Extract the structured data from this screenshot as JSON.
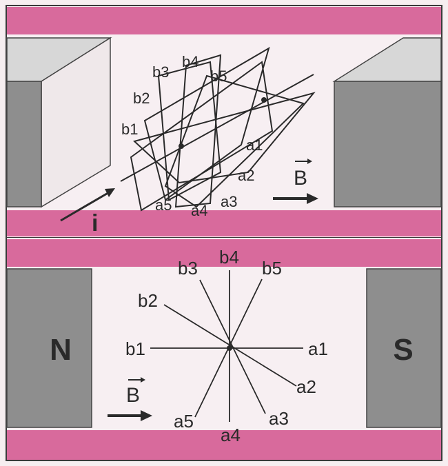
{
  "colors": {
    "paper": "#f6eef0",
    "band": "#d86a9c",
    "band_edge": "#c5578a",
    "magnet_face": "#8e8e8e",
    "magnet_top": "#d7d7d7",
    "line": "#2a2a2a",
    "inner_bg": "#f7eff2"
  },
  "top_panel": {
    "b_labels": [
      "b1",
      "b2",
      "b3",
      "b4",
      "b5"
    ],
    "a_labels": [
      "a1",
      "a2",
      "a3",
      "a4",
      "a5"
    ],
    "field_label": "B",
    "current_label": "i"
  },
  "bottom_panel": {
    "north_label": "N",
    "south_label": "S",
    "b_labels": [
      "b1",
      "b2",
      "b3",
      "b4",
      "b5"
    ],
    "a_labels": [
      "a1",
      "a2",
      "a3",
      "a4",
      "a5"
    ],
    "field_label": "B"
  },
  "icons": [
    "arrow-right-icon",
    "vector-arrow-icon",
    "current-arrow-icon"
  ]
}
